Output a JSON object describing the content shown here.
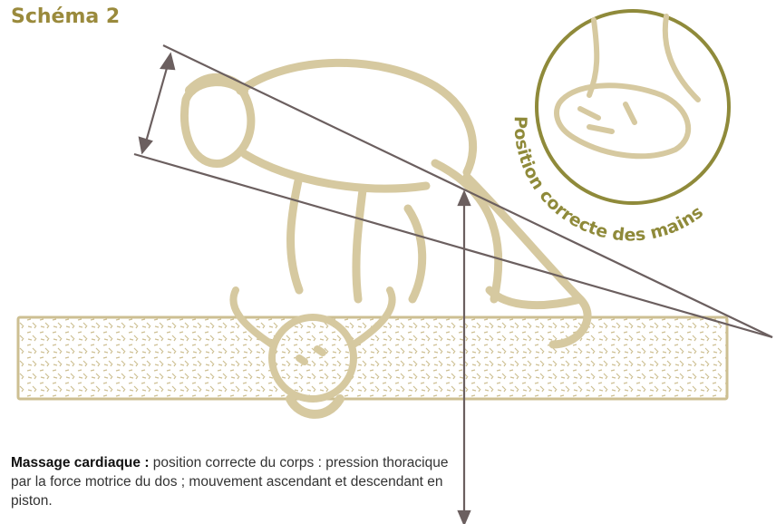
{
  "title": "Schéma 2",
  "hands_inset": {
    "label": "Position correcte des mains"
  },
  "caption": {
    "heading": "Massage cardiaque :",
    "text": "position correcte du corps : pression thoracique par la force motrice du dos ; mouvement ascendant et descendant en piston."
  },
  "colors": {
    "title": "#9a8a3c",
    "illustration": "#d6c9a0",
    "lines": "#6b5f5f",
    "circle": "#8f8a3a",
    "label": "#8f8a3a",
    "text": "#333333"
  }
}
